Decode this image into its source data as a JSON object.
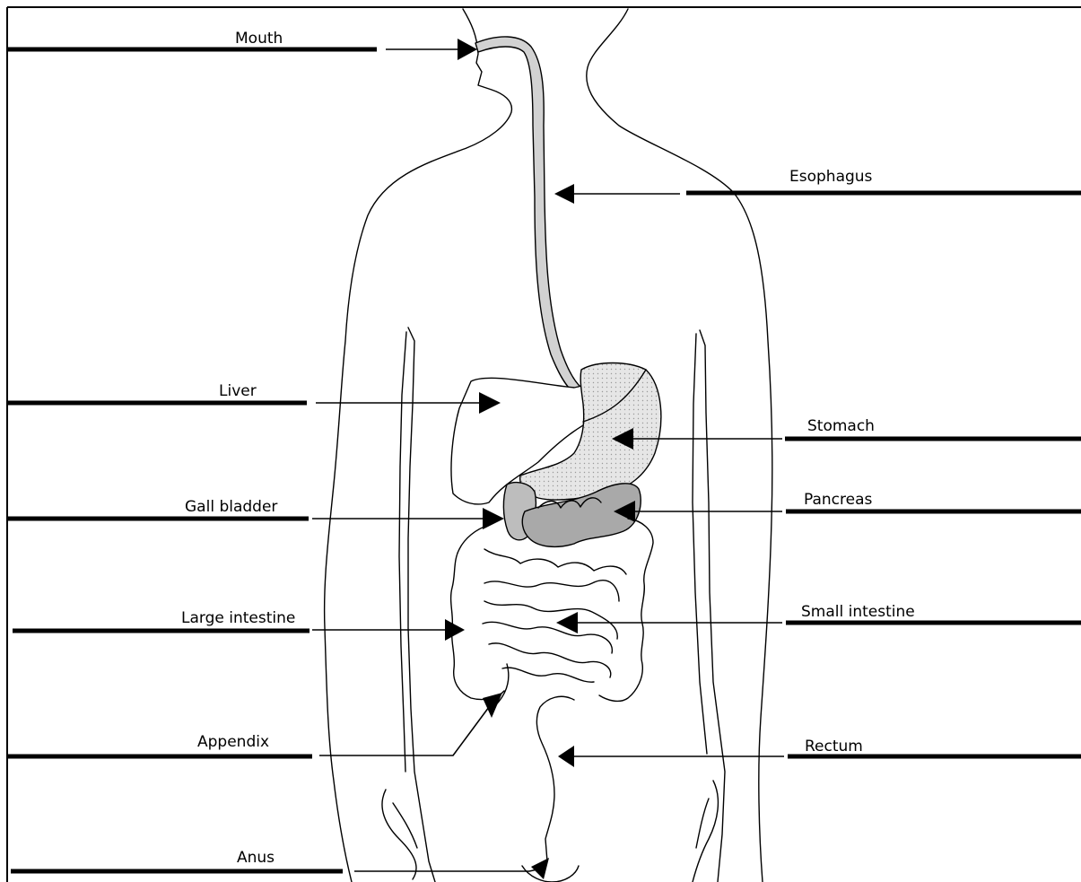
{
  "labels": {
    "mouth": "Mouth",
    "esophagus": "Esophagus",
    "liver": "Liver",
    "stomach": "Stomach",
    "gall_bladder": "Gall bladder",
    "pancreas": "Pancreas",
    "large_intestine": "Large intestine",
    "small_intestine": "Small intestine",
    "appendix": "Appendix",
    "rectum": "Rectum",
    "anus": "Anus"
  },
  "colors": {
    "line": "#000000",
    "esophagus_fill": "#d2d2d2",
    "stomach_fill": "#dedede",
    "pancreas_fill": "#a9a9a9",
    "gall_bladder_fill": "#bdbdbd",
    "liver_fill": "#ffffff"
  }
}
